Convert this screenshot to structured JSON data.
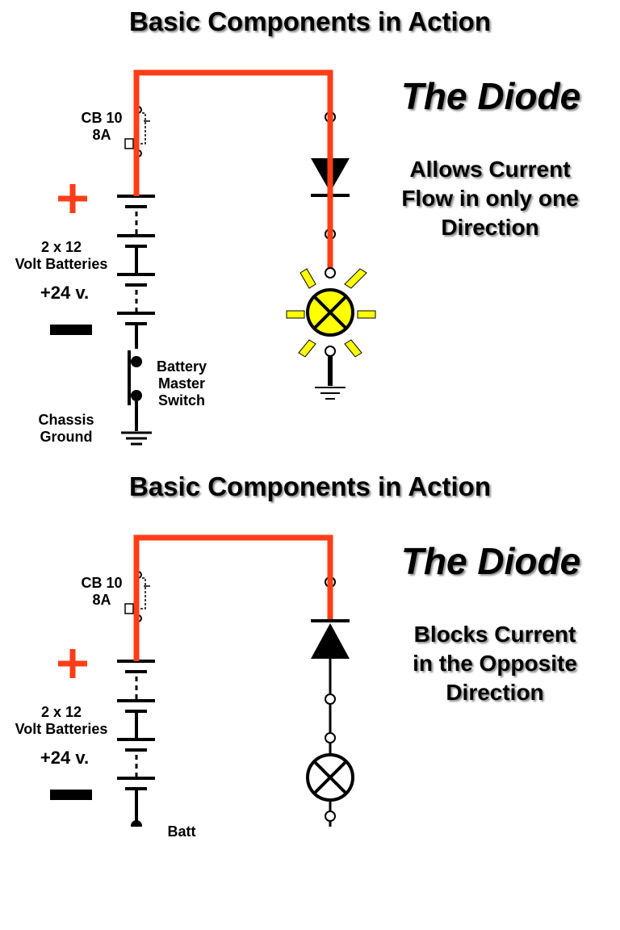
{
  "slides": [
    {
      "heading": "Basic Components in Action",
      "subtitle": "The Diode",
      "description": [
        "Allows Current",
        "Flow in only one",
        "Direction"
      ],
      "labels": {
        "breaker": [
          "CB 10",
          "8A"
        ],
        "plus": "+",
        "batteries": [
          "2 x 12",
          "Volt Batteries"
        ],
        "voltage": "+24 v.",
        "switch": [
          "Battery",
          "Master",
          "Switch"
        ],
        "ground": [
          "Chassis",
          "Ground"
        ]
      },
      "state": "forward-biased, lamp lit"
    },
    {
      "heading": "Basic Components in Action",
      "subtitle": "The Diode",
      "description": [
        "Blocks Current",
        "in the Opposite",
        "Direction"
      ],
      "labels": {
        "breaker": [
          "CB 10",
          "8A"
        ],
        "plus": "+",
        "batteries": [
          "2 x 12",
          "Volt Batteries"
        ],
        "voltage": "+24 v.",
        "switch": [
          "Batt"
        ]
      },
      "state": "reverse-biased, lamp off"
    }
  ],
  "colors": {
    "current": "#ff3d17",
    "lamp_on": "#ffff00",
    "wire": "#000000"
  }
}
